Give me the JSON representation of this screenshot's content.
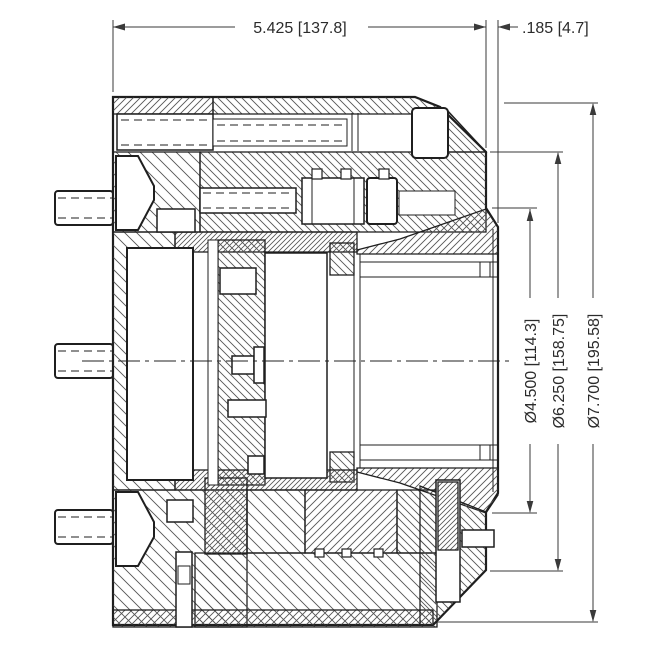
{
  "drawing": {
    "kind": "engineering-cross-section",
    "colors": {
      "ink": "#1f1f1f",
      "dimension": "#3a3a3a",
      "background": "#ffffff"
    },
    "annotations": {
      "overall_width": "5.425 [137.8]",
      "lip_offset": ".185 [4.7]",
      "dia_pilot": "Ø4.500 [114.3]",
      "dia_mid": "Ø6.250 [158.75]",
      "dia_outer": "Ø7.700 [195.58]"
    }
  }
}
